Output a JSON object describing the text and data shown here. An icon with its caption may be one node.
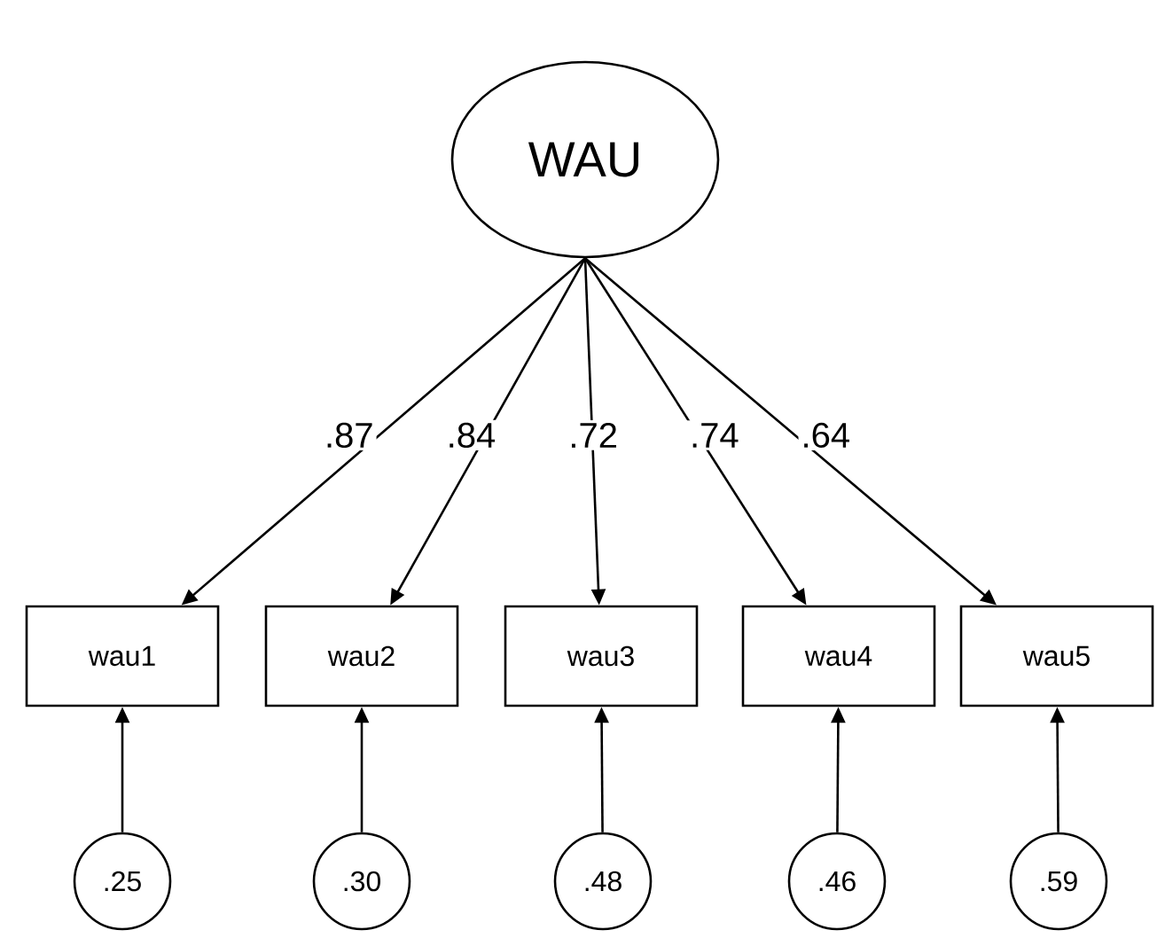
{
  "diagram": {
    "nodes": [
      {
        "text": [
          "WAU"
        ]
      },
      {
        "text": [
          "wau1"
        ]
      },
      {
        "text": [
          "wau2"
        ]
      },
      {
        "text": [
          "wau3"
        ]
      },
      {
        "text": [
          "wau4"
        ]
      },
      {
        "text": [
          "wau5"
        ]
      },
      {
        "text": [
          ".25"
        ]
      },
      {
        "text": [
          ".30"
        ]
      },
      {
        "text": [
          ".48"
        ]
      },
      {
        "text": [
          ".46"
        ]
      },
      {
        "text": [
          ".59"
        ]
      }
    ],
    "edges": [
      {
        "from": 0,
        "to": 1,
        "arrow": "to",
        "label": ".87"
      },
      {
        "from": 0,
        "to": 2,
        "arrow": "to",
        "label": ".84"
      },
      {
        "from": 0,
        "to": 3,
        "arrow": "to",
        "label": ".72"
      },
      {
        "from": 0,
        "to": 4,
        "arrow": "to",
        "label": ".74"
      },
      {
        "from": 0,
        "to": 5,
        "arrow": "to",
        "label": ".64"
      },
      {
        "from": 6,
        "to": 1,
        "arrow": "to"
      },
      {
        "from": 7,
        "to": 2,
        "arrow": "to"
      },
      {
        "from": 8,
        "to": 3,
        "arrow": "to"
      },
      {
        "from": 9,
        "to": 4,
        "arrow": "to"
      },
      {
        "from": 10,
        "to": 5,
        "arrow": "to"
      }
    ]
  }
}
